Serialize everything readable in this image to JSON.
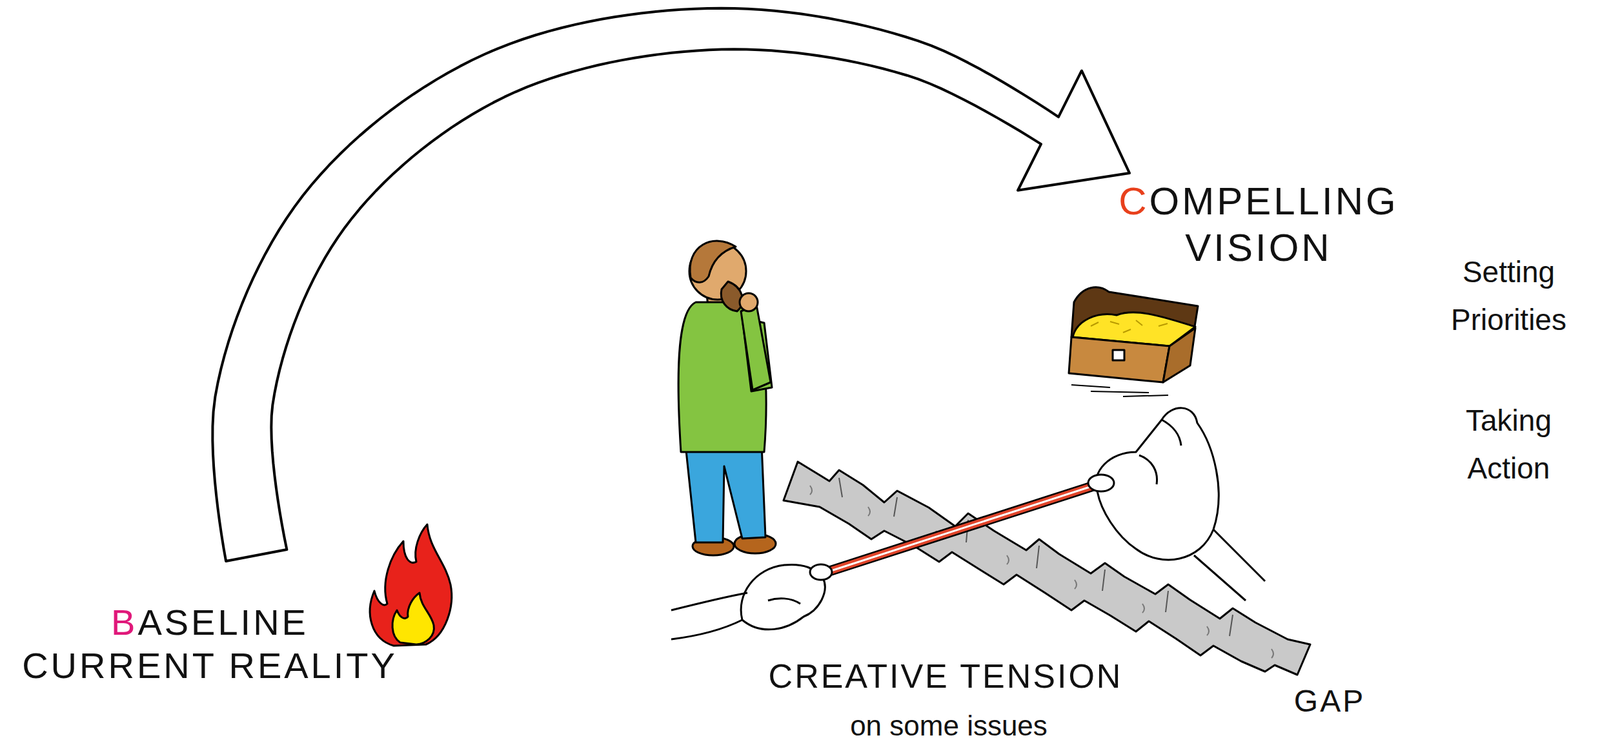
{
  "diagram": {
    "nodes": [
      {
        "text": [
          "BASELINE CURRENT REALITY"
        ]
      },
      {
        "text": [
          "COMPELLING VISION"
        ]
      }
    ],
    "edges": [
      {
        "from": 0,
        "to": 1,
        "arrow": "to"
      }
    ],
    "labels": [
      "CREATIVE TENSION",
      "on some issues",
      "GAP",
      "Setting Priorities",
      "Taking Action"
    ]
  }
}
